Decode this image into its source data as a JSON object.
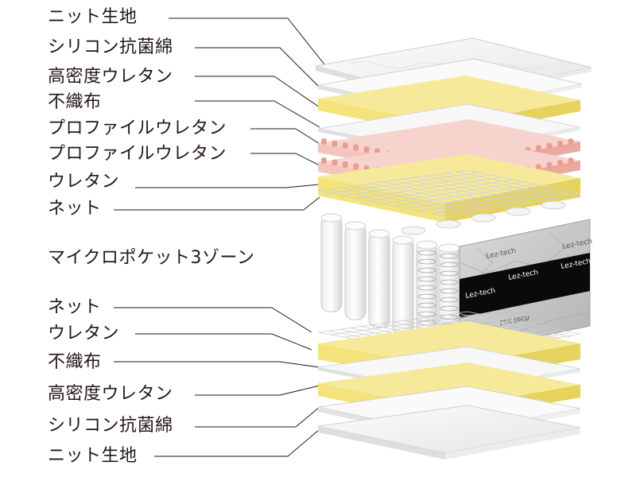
{
  "labels": {
    "top": [
      "ニット生地",
      "シリコン抗菌綿",
      "高密度ウレタン",
      "不織布",
      "プロファイルウレタン",
      "プロファイルウレタン",
      "ウレタン",
      "ネット"
    ],
    "middle": "マイクロポケット3ゾーン",
    "bottom": [
      "ネット",
      "ウレタン",
      "不織布",
      "高密度ウレタン",
      "シリコン抗菌綿",
      "ニット生地"
    ]
  },
  "brand_text": "Lez-tech",
  "colors": {
    "knit": "#f2f2f2",
    "silicone": "#fafafa",
    "yellow": "#f3e37a",
    "yellow_side": "#e8d460",
    "pink": "#f3c5bd",
    "pink_side": "#e9a99e",
    "net": "#e6e6e6",
    "spring": "#ffffff",
    "side_panel": "#c8c8c8",
    "band": "#0a0a0a",
    "line": "#231815"
  }
}
